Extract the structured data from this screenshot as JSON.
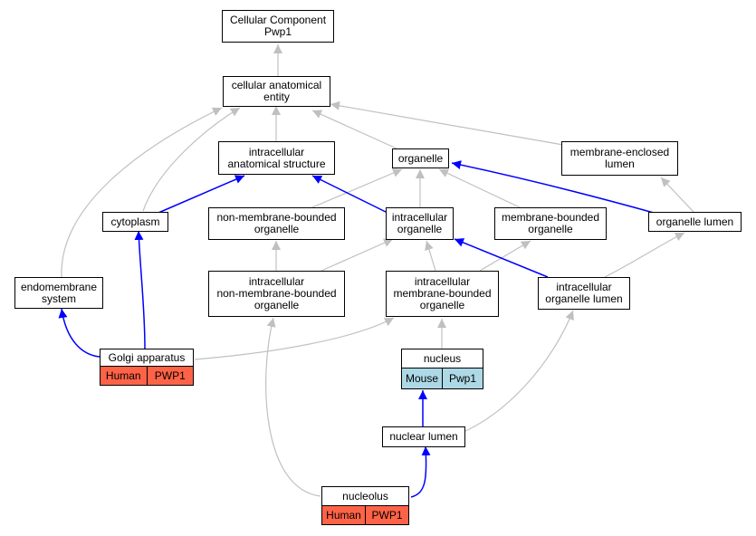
{
  "colors": {
    "gray_edge": "#c0c0c0",
    "blue_edge": "#0000ff",
    "human_tag": "#ff6347",
    "mouse_tag": "#add8e6"
  },
  "nodes": {
    "root": "Cellular Component\nPwp1",
    "cae": "cellular anatomical\nentity",
    "ias": "intracellular\nanatomical structure",
    "organelle": "organelle",
    "mel": "membrane-enclosed\nlumen",
    "cytoplasm": "cytoplasm",
    "nmbo": "non-membrane-bounded\norganelle",
    "io": "intracellular\norganelle",
    "mbo": "membrane-bounded\norganelle",
    "ol": "organelle lumen",
    "endo": "endomembrane\nsystem",
    "inmbo": "intracellular\nnon-membrane-bounded\norganelle",
    "imbo": "intracellular\nmembrane-bounded\norganelle",
    "iol": "intracellular\norganelle lumen",
    "nl": "nuclear lumen"
  },
  "tagged": {
    "golgi": {
      "label": "Golgi apparatus",
      "species": "Human",
      "gene": "PWP1"
    },
    "nucleus": {
      "label": "nucleus",
      "species": "Mouse",
      "gene": "Pwp1"
    },
    "nucleolus": {
      "label": "nucleolus",
      "species": "Human",
      "gene": "PWP1"
    }
  }
}
